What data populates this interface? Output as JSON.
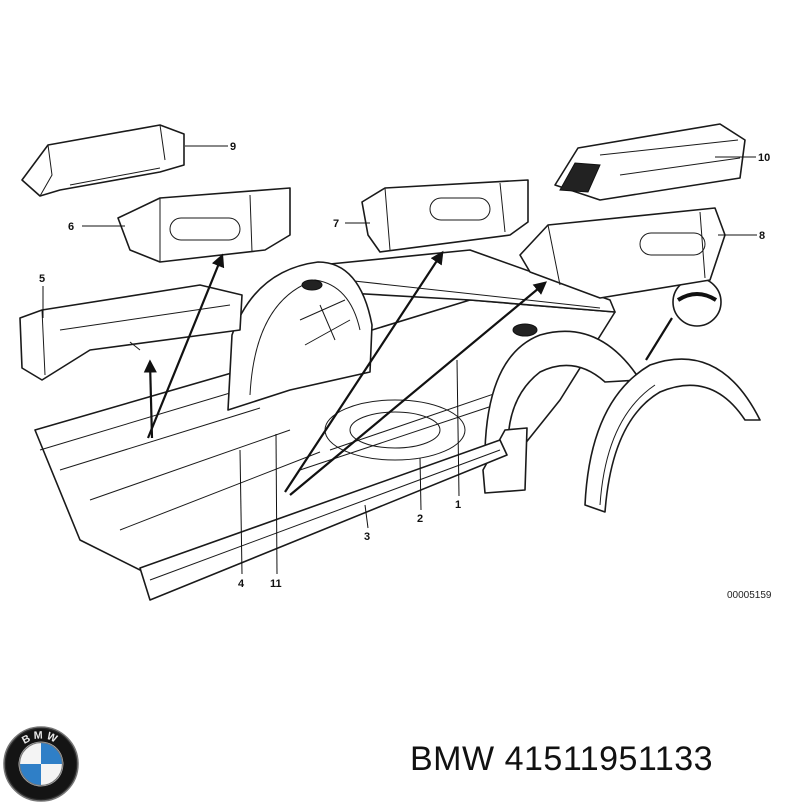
{
  "diagram": {
    "callouts": {
      "c1": "1",
      "c2": "2",
      "c3": "3",
      "c4": "4",
      "c5": "5",
      "c6": "6",
      "c7": "7",
      "c8": "8",
      "c9": "9",
      "c10": "10",
      "c11": "11"
    },
    "reference_number": "00005159"
  },
  "logo": {
    "lettering": "BMW",
    "name": "bmw-roundel-icon"
  },
  "caption": {
    "brand": "BMW",
    "part_number": "41511951133"
  }
}
